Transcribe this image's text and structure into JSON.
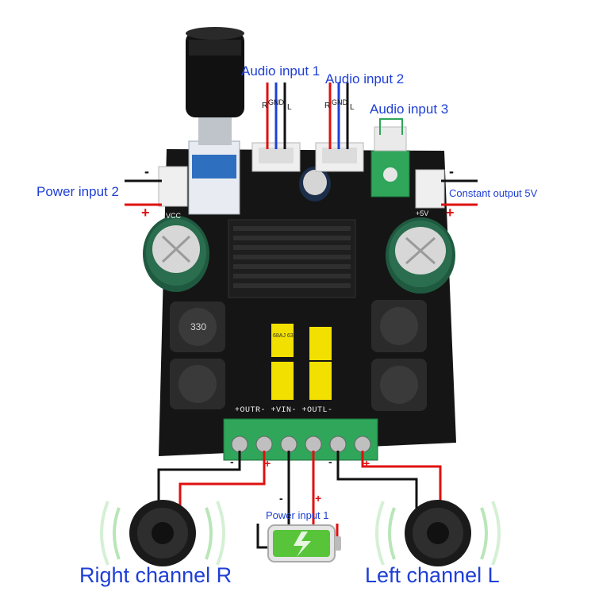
{
  "labels": {
    "audio_input_1": "Audio input 1",
    "audio_input_2": "Audio input 2",
    "audio_input_3": "Audio input 3",
    "power_input_2": "Power input 2",
    "constant_output": "Constant output 5V",
    "power_input_1": "Power input 1",
    "right_channel": "Right channel R",
    "left_channel": "Left channel L"
  },
  "pin_labels": {
    "r": "R",
    "gnd": "GND",
    "l": "L",
    "plus": "+",
    "minus": "-"
  },
  "board": {
    "terminal_labels": "+OUTR-  +VIN-  +OUTL-",
    "cap_marking": "68AJ 63",
    "inductor_marking": "330",
    "vcc_label": "VCC",
    "plus5v_label": "+5V"
  },
  "colors": {
    "label_blue": "#1f3fd6",
    "wire_red": "#e01010",
    "wire_black": "#111111",
    "pcb_black": "#151515",
    "terminal_green": "#2fa65a",
    "capacitor_yellow": "#f2e000"
  }
}
